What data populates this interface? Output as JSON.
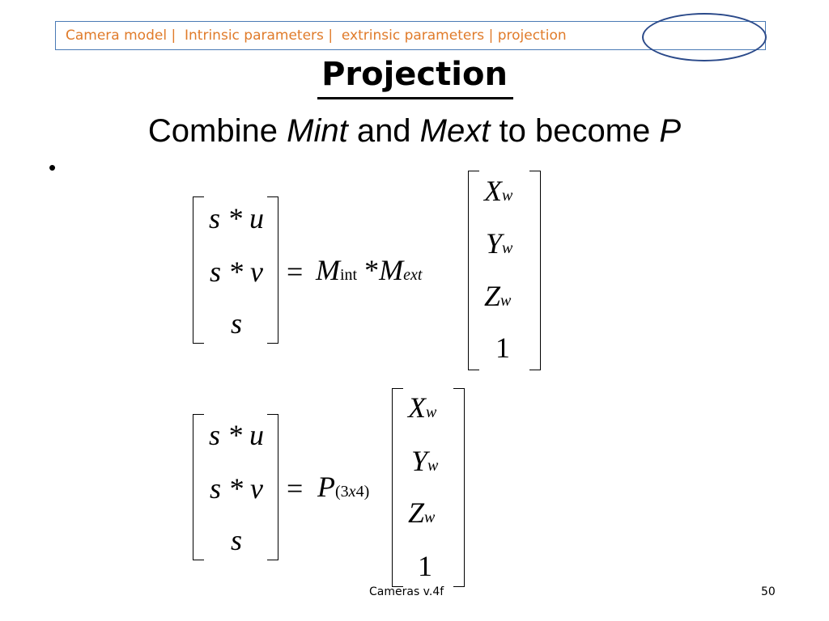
{
  "breadcrumb": {
    "items": [
      "Camera model",
      "Intrinsic parameters",
      "extrinsic parameters",
      "projection"
    ],
    "separator": "|",
    "active": "projection",
    "text_color": "#e07b2a",
    "border_color": "#4a7ab5",
    "highlight_color": "#2b4a8a"
  },
  "title": "Projection",
  "subtitle": {
    "part1": "Combine ",
    "mint": "Mint",
    "part2": " and ",
    "mext": "Mext",
    "part3": " to become ",
    "p": "P"
  },
  "bullet": "•",
  "equation1": {
    "lhs": [
      "s * u",
      "s * v",
      "s"
    ],
    "eq": "=",
    "m": "M",
    "int_sub": "int",
    "star": "*",
    "ext_sub": "ext",
    "vector": [
      {
        "base": "X",
        "sub": "w"
      },
      {
        "base": "Y",
        "sub": "w"
      },
      {
        "base": "Z",
        "sub": "w"
      },
      {
        "base": "1",
        "sub": ""
      }
    ]
  },
  "equation2": {
    "lhs": [
      "s * u",
      "s * v",
      "s"
    ],
    "eq": "=",
    "p": "P",
    "p_sub": {
      "open": "(",
      "n1": "3",
      "x": "x",
      "n2": "4",
      "close": ")"
    },
    "vector": [
      {
        "base": "X",
        "sub": "w"
      },
      {
        "base": "Y",
        "sub": "w"
      },
      {
        "base": "Z",
        "sub": "w"
      },
      {
        "base": "1",
        "sub": ""
      }
    ]
  },
  "footer": {
    "label": "Cameras v.4f",
    "page_number": "50"
  }
}
